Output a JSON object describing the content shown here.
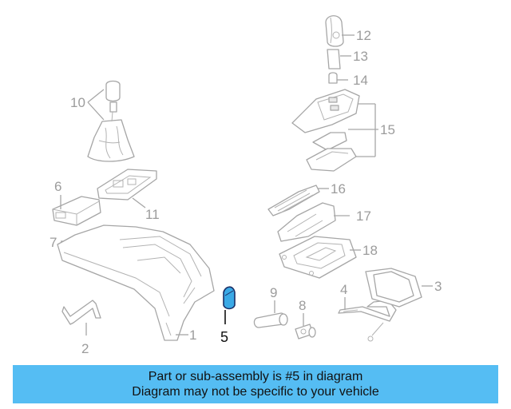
{
  "diagram": {
    "labels": {
      "p1": "1",
      "p2": "2",
      "p3": "3",
      "p4": "4",
      "p5": "5",
      "p6": "6",
      "p7": "7",
      "p8": "8",
      "p9": "9",
      "p10": "10",
      "p11": "11",
      "p12": "12",
      "p13": "13",
      "p14": "14",
      "p15": "15",
      "p16": "16",
      "p17": "17",
      "p18": "18"
    },
    "highlighted_part": "5",
    "highlight_color": "#3aa9e6",
    "line_color": "#a6a6a6"
  },
  "banner": {
    "line1": "Part or sub-assembly is #5 in diagram",
    "line2": "Diagram may not be specific to your vehicle",
    "background": "#55bdf3"
  }
}
